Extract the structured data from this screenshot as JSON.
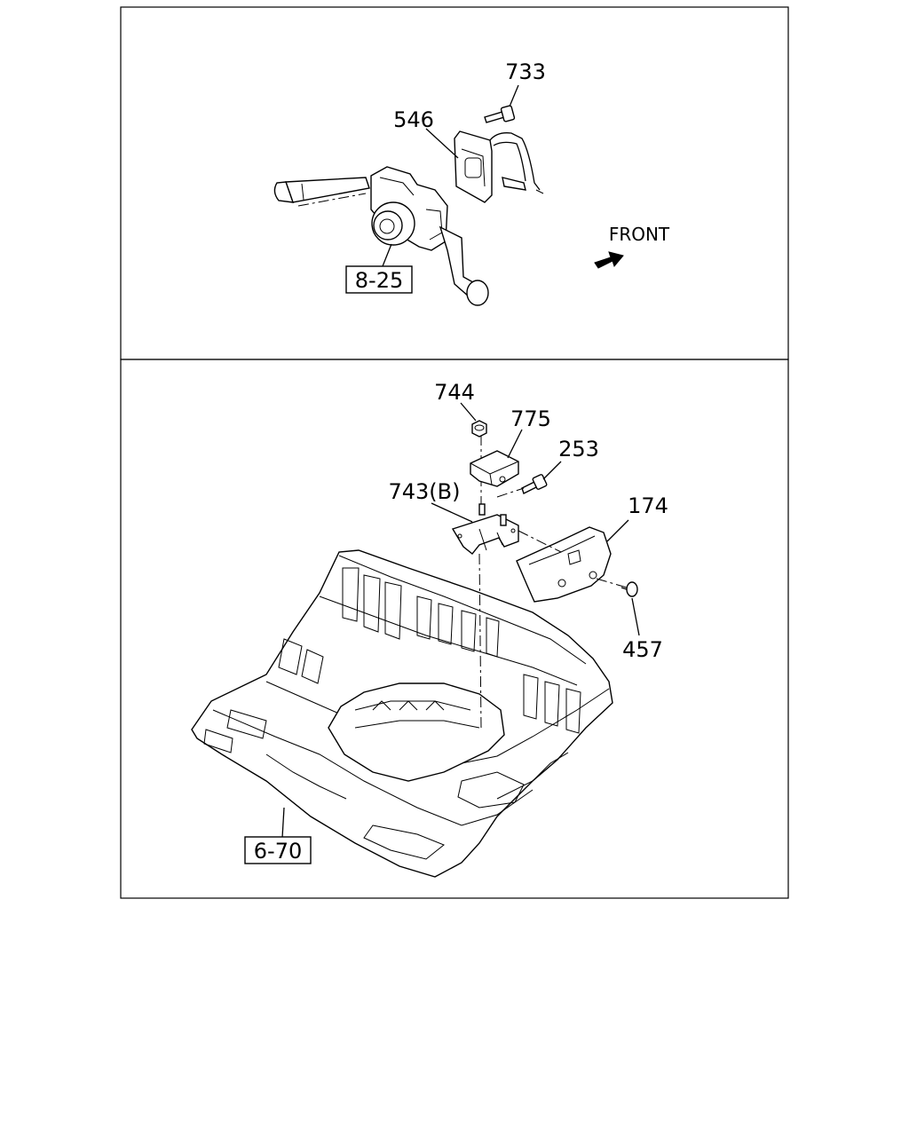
{
  "upper_panel": {
    "callouts": {
      "p733": "733",
      "p546": "546",
      "ref_8_25": "8-25"
    },
    "front_label": "FRONT"
  },
  "lower_panel": {
    "callouts": {
      "p744": "744",
      "p775": "775",
      "p253": "253",
      "p743b": "743(B)",
      "p174": "174",
      "p457": "457",
      "ref_6_70": "6-70"
    }
  }
}
